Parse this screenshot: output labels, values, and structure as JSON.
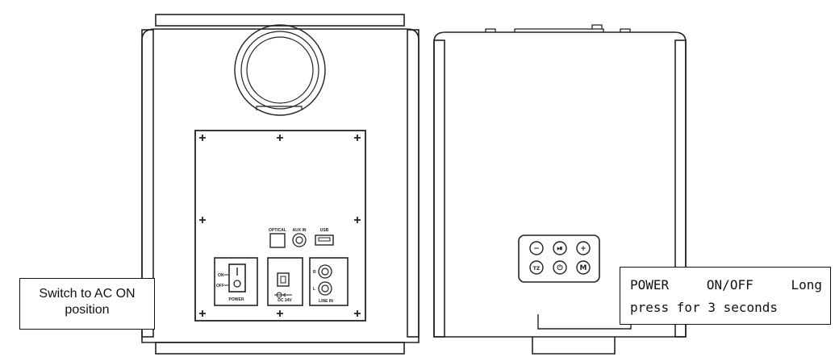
{
  "callouts": {
    "ac_switch": {
      "line1": "Switch to AC ON",
      "line2": "position"
    },
    "power_button": {
      "line1": "POWER ON/OFF Long",
      "line2": "press for 3 seconds"
    }
  },
  "rear_panel": {
    "port_labels": {
      "optical": "OPTICAL",
      "aux": "AUX IN",
      "usb": "USB"
    },
    "switch_labels": {
      "on": "ON",
      "off": "OFF",
      "caption": "POWER"
    },
    "dc_caption": "DC 24V",
    "line_in": {
      "r": "R",
      "l": "L",
      "caption": "LINE IN"
    }
  },
  "side_panel": {
    "buttons": [
      "−",
      "⏯",
      "+",
      "TZ",
      "⏻",
      "M"
    ]
  },
  "colors": {
    "line": "#222222",
    "panel": "#f4f4f4"
  }
}
